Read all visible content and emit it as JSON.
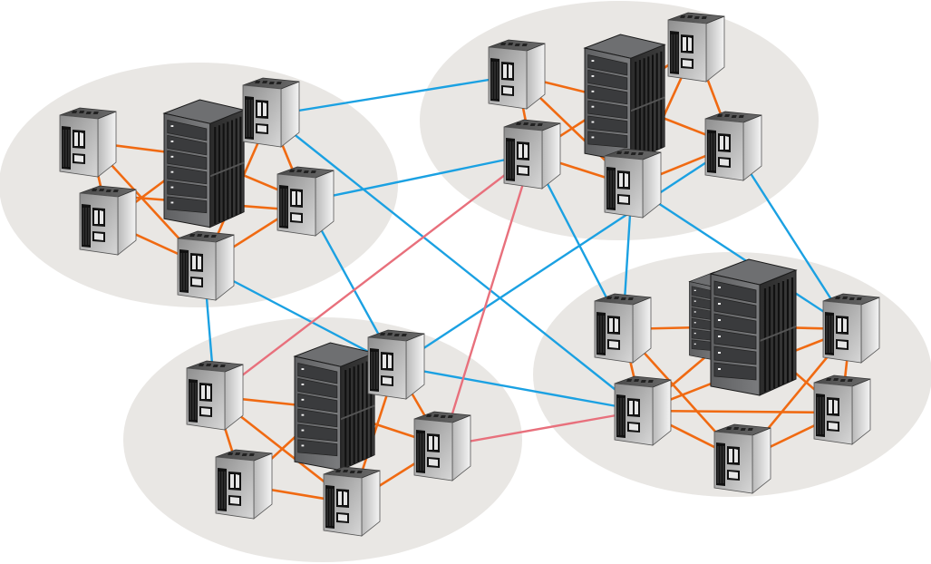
{
  "diagram": {
    "type": "network-topology",
    "clusters": [
      {
        "id": "cluster-top-left",
        "fill": "#e9e7e4"
      },
      {
        "id": "cluster-top-right",
        "fill": "#e9e7e4"
      },
      {
        "id": "cluster-bottom-left",
        "fill": "#e9e7e4"
      },
      {
        "id": "cluster-bottom-right",
        "fill": "#e9e7e4"
      }
    ],
    "link_colors": {
      "intra_cluster": "#f06a12",
      "inter_cluster": "#1ba1e2",
      "redundant": "#e8707c"
    },
    "node_icons": {
      "workstation": "workstation-cube-icon",
      "rack": "server-rack-icon"
    }
  }
}
